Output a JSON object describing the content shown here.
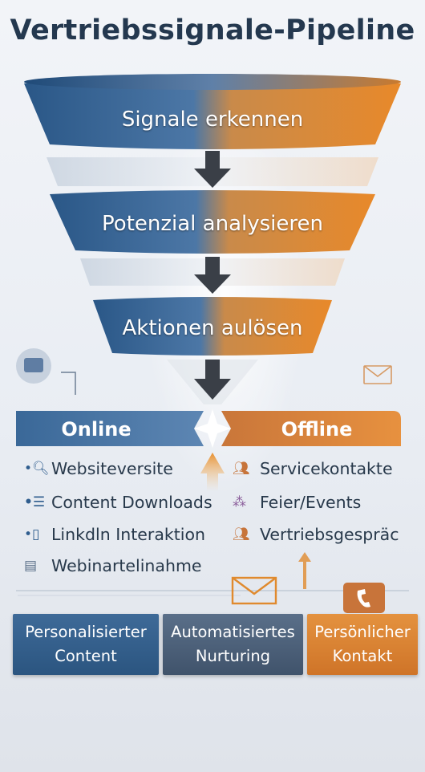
{
  "title": "Vertriebssignale-Pipeline",
  "stages": [
    {
      "label": "Signale erkennen"
    },
    {
      "label": "Potenzial analysieren"
    },
    {
      "label": "Aktionen aulösen"
    }
  ],
  "channels": {
    "online": {
      "label": "Online",
      "items": [
        {
          "icon": "search-icon",
          "label": "Websiteversite"
        },
        {
          "icon": "document-icon",
          "label": "Content Downloads"
        },
        {
          "icon": "linkedin-icon",
          "label": "Linkdln Interaktion"
        },
        {
          "icon": "webinar-icon",
          "label": "Webinartelinahme"
        }
      ]
    },
    "offline": {
      "label": "Offline",
      "items": [
        {
          "icon": "people-icon",
          "label": "Servicekontakte"
        },
        {
          "icon": "event-icon",
          "label": "Feier/Events"
        },
        {
          "icon": "handshake-icon",
          "label": "Vertriebsgespräc"
        }
      ]
    }
  },
  "actions": [
    {
      "line1": "Personalisierter",
      "line2": "Content"
    },
    {
      "line1": "Automatisiertes",
      "line2": "Nurturing"
    },
    {
      "line1": "Persönlicher",
      "line2": "Kontakt"
    }
  ],
  "colors": {
    "blue": "#2f5d8e",
    "orange": "#e08a2e",
    "title": "#24384f",
    "arrow": "#3a3f47"
  }
}
